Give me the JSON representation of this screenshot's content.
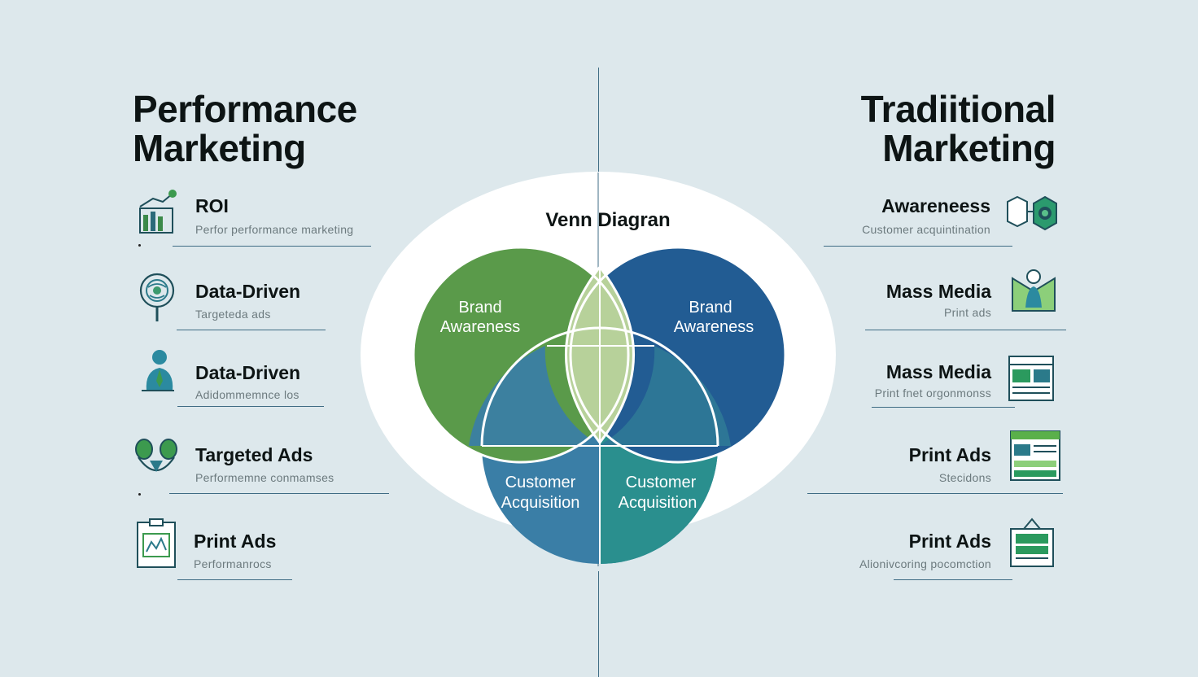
{
  "left": {
    "title_line1": "Performance",
    "title_line2": "Marketing",
    "items": [
      {
        "label": "ROI",
        "sub": "Perfor performance marketing",
        "icon": "roi-chart-icon"
      },
      {
        "label": "Data-Driven",
        "sub": "Targeteda ads",
        "icon": "globe-magnifier-icon"
      },
      {
        "label": "Data-Driven",
        "sub": "Adidommemnce los",
        "icon": "person-icon"
      },
      {
        "label": "Targeted Ads",
        "sub": "Performemne conmamses",
        "icon": "target-leaves-icon"
      },
      {
        "label": "Print Ads",
        "sub": "Performanrocs",
        "icon": "clipboard-icon"
      }
    ]
  },
  "right": {
    "title_line1": "Tradiitional",
    "title_line2": "Marketing",
    "items": [
      {
        "label": "Awareneess",
        "sub": "Customer acquintination",
        "icon": "hexagon-target-icon"
      },
      {
        "label": "Mass Media",
        "sub": "Print ads",
        "icon": "person-frame-icon"
      },
      {
        "label": "Mass Media",
        "sub": "Print fnet orgonmonss",
        "icon": "newspaper-icon"
      },
      {
        "label": "Print Ads",
        "sub": "Stecidons",
        "icon": "print-layout-icon"
      },
      {
        "label": "Print Ads",
        "sub": "Alionivcoring pocomction",
        "icon": "billboard-icon"
      }
    ]
  },
  "venn": {
    "title": "Venn Diagran",
    "left_circle": "Brand Awareness",
    "right_circle": "Brand Awareness",
    "bottom_left": "Customer Acquisition",
    "bottom_right": "Customer Acquisition"
  },
  "colors": {
    "background": "#dde8ec",
    "green": "#5a9a4a",
    "dark_blue": "#225c93",
    "mid_blue": "#3b82a8",
    "teal": "#22928a",
    "center": "#b7d19a",
    "divider": "#3f6c84"
  }
}
